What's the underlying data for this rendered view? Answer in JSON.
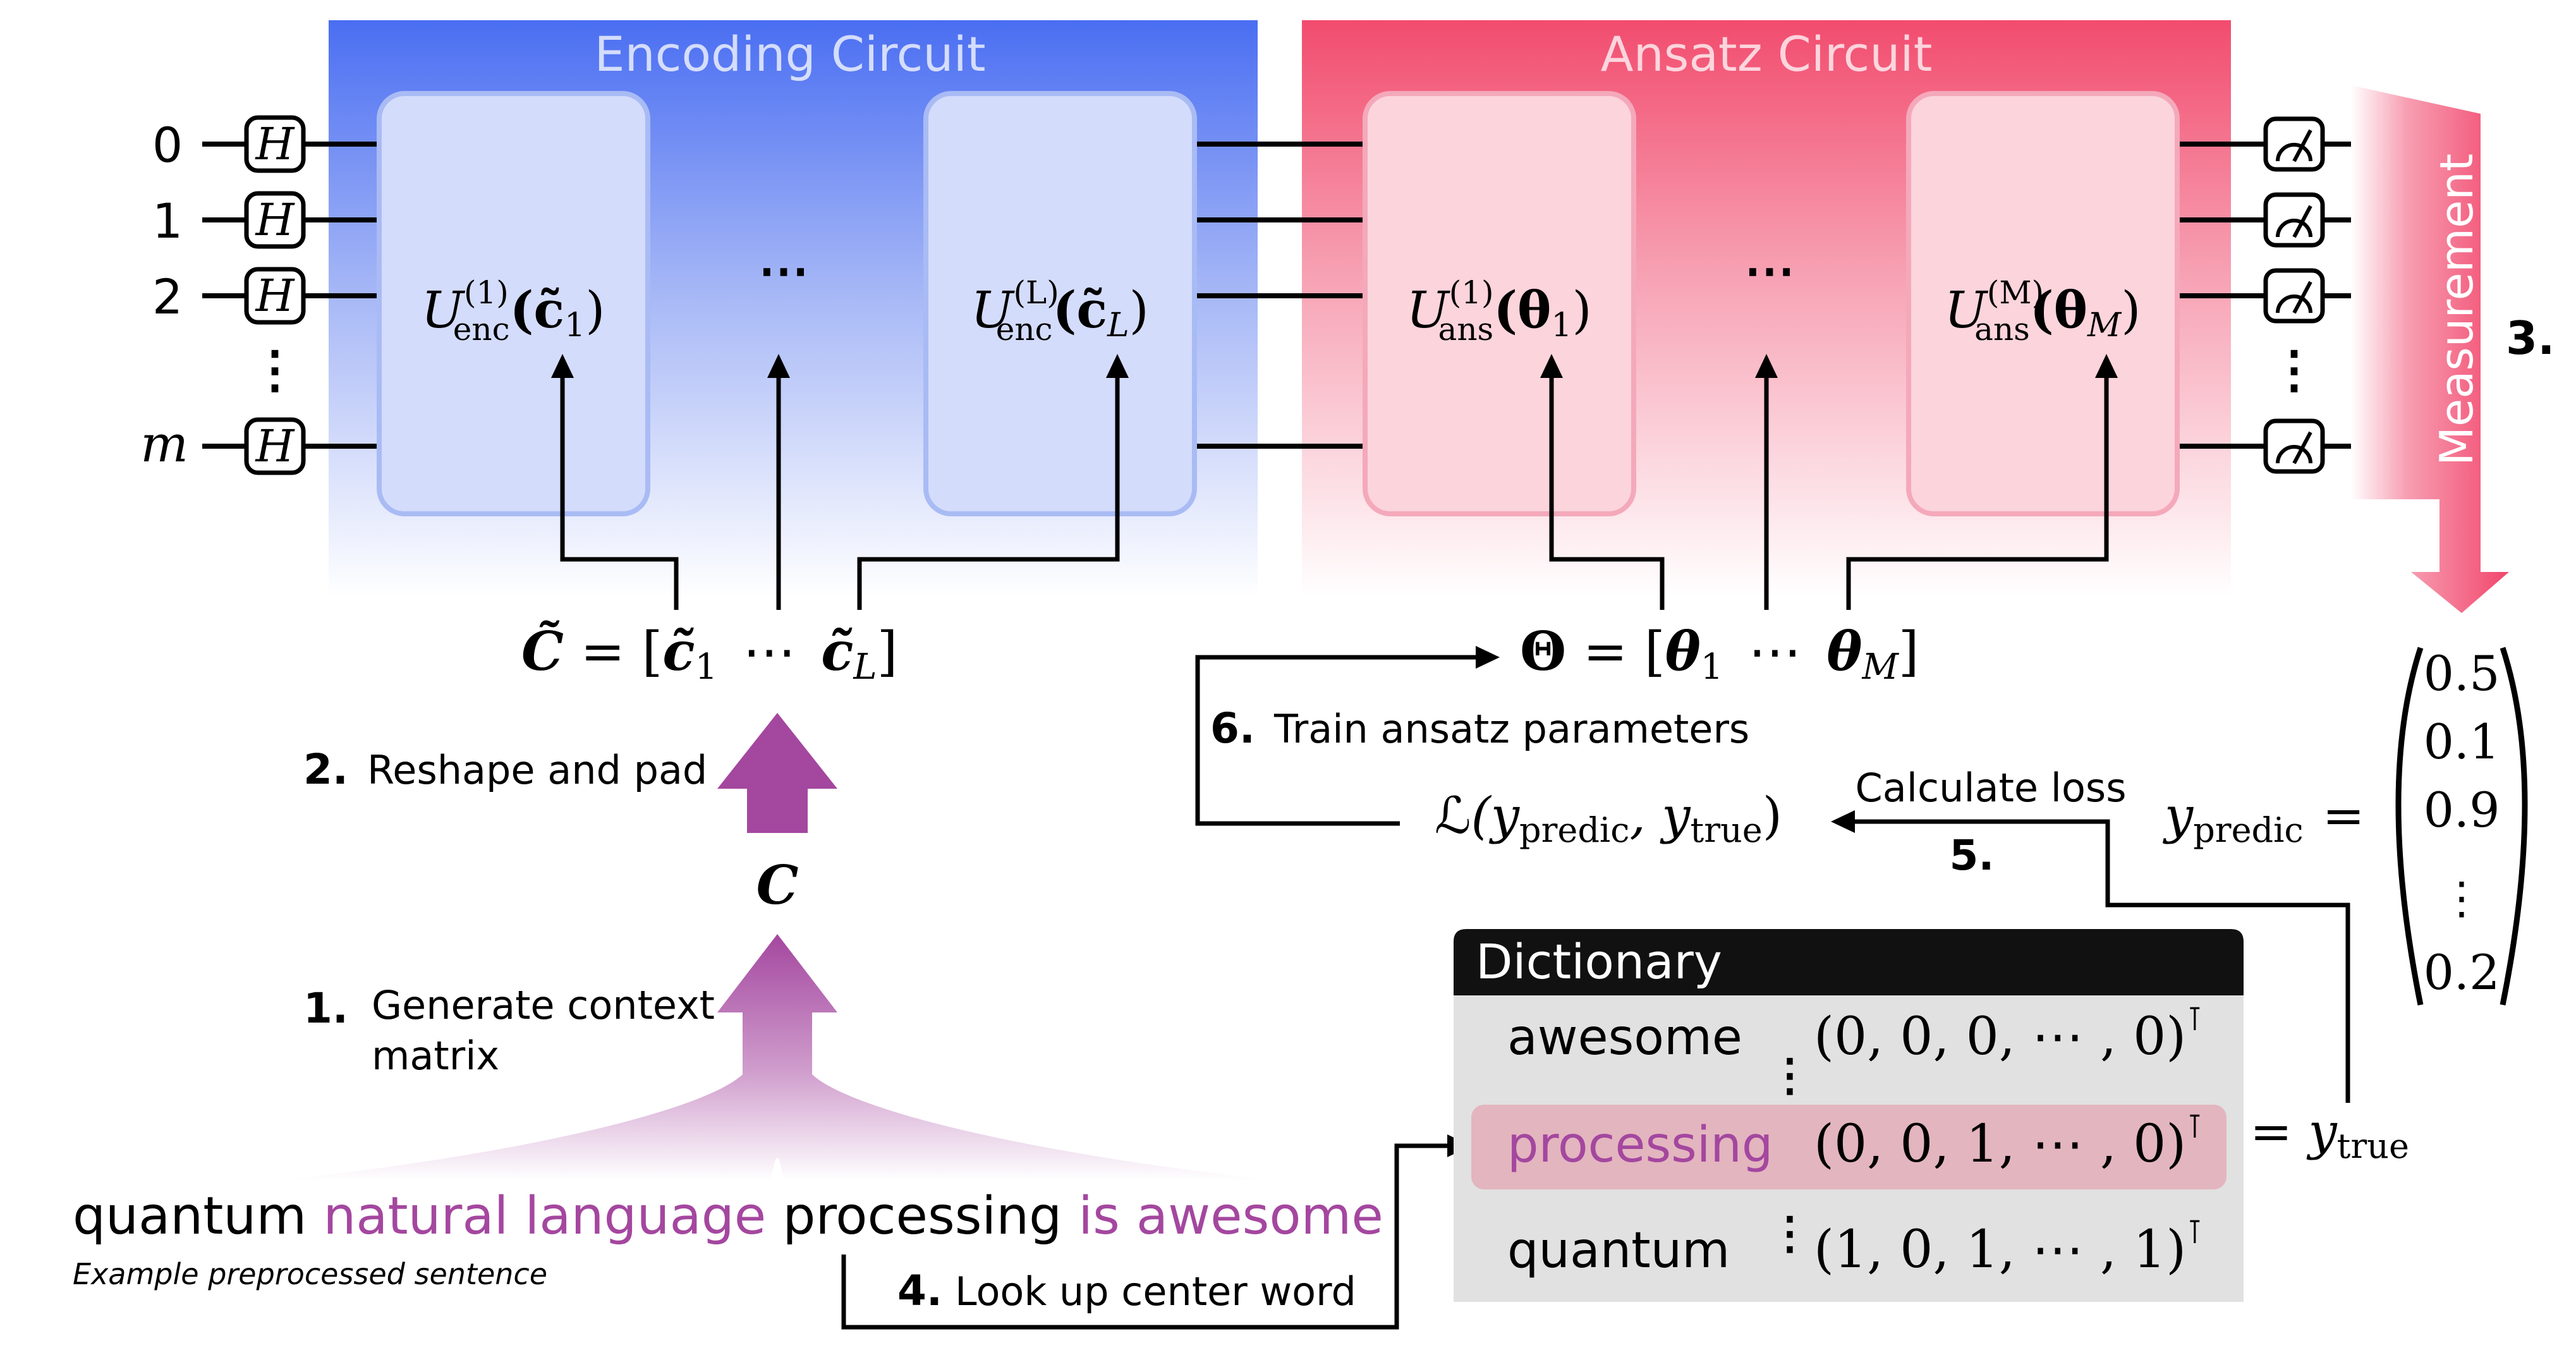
{
  "colors": {
    "encoding_band": "#4a6ef2",
    "ansatz_band": "#f24c6e",
    "encoding_block": "#d4dcfc",
    "ansatz_block": "#fcd4dc",
    "purple_accent": "#a4479f",
    "dictionary_header": "#111111",
    "dictionary_body": "#e1e1e1",
    "dictionary_highlight": "#e3b5bf",
    "measurement_arrow": "#f2466c"
  },
  "encoding": {
    "title": "Encoding Circuit",
    "block_first": {
      "base": "U",
      "sup": "(1)",
      "sub": "enc",
      "arg": "(c̃",
      "arg_sub": "1",
      "close": ")"
    },
    "block_last": {
      "base": "U",
      "sup": "(L)",
      "sub": "enc",
      "arg": "(c̃",
      "arg_sub": "L",
      "close": ")"
    },
    "dots": "⋯"
  },
  "ansatz": {
    "title": "Ansatz Circuit",
    "block_first": {
      "base": "U",
      "sup": "(1)",
      "sub": "ans",
      "arg": "(θ",
      "arg_sub": "1",
      "close": ")"
    },
    "block_last": {
      "base": "U",
      "sup": "(M)",
      "sub": "ans",
      "arg": "(θ",
      "arg_sub": "M",
      "close": ")"
    },
    "dots": "⋯"
  },
  "qubits": {
    "labels": [
      "0",
      "1",
      "2",
      "m"
    ],
    "gate": "H",
    "vdots": "⋮"
  },
  "measurement": {
    "label": "Measurement",
    "step": "3."
  },
  "c_tilde_matrix": {
    "lhs": "C̃",
    "eq": " = [",
    "first": "c̃",
    "first_sub": "1",
    "dots": "⋯",
    "last": "c̃",
    "last_sub": "L",
    "close": "]"
  },
  "theta_matrix": {
    "lhs": "Θ",
    "eq": " = [",
    "first": "θ",
    "first_sub": "1",
    "dots": "⋯",
    "last": "θ",
    "last_sub": "M",
    "close": "]"
  },
  "context_matrix": "C",
  "steps": {
    "s1_num": "1.",
    "s1_line1": "Generate context",
    "s1_line2": "matrix",
    "s2_num": "2.",
    "s2_text": "Reshape and pad",
    "s4_num": "4.",
    "s4_text": "Look up center word",
    "s5_num": "5.",
    "s5_text": "Calculate loss",
    "s6_num": "6.",
    "s6_text": "Train ansatz parameters"
  },
  "loss": {
    "L": "ℒ",
    "open": "(y",
    "sub1": "predic",
    "mid": ", y",
    "sub2": "true",
    "close": ")"
  },
  "prediction": {
    "lhs": "y",
    "lhs_sub": "predic",
    "eq": "=",
    "values": [
      "0.5",
      "0.1",
      "0.9",
      "⋮",
      "0.2"
    ]
  },
  "y_true": {
    "eq": "= y",
    "sub": "true"
  },
  "sentence": {
    "w1": "quantum ",
    "w2": "natural language",
    "w3": " processing ",
    "w4": "is awesome",
    "caption": "Example preprocessed sentence"
  },
  "dictionary": {
    "title": "Dictionary",
    "vdots": "⋮",
    "transpose": "⊺",
    "rows": [
      {
        "word": "awesome",
        "vector": "(0, 0, 0, ⋯ , 0)"
      },
      {
        "word": "processing",
        "vector": "(0, 0, 1, ⋯ , 0)"
      },
      {
        "word": "quantum",
        "vector": "(1, 0, 1, ⋯ , 1)"
      }
    ]
  }
}
